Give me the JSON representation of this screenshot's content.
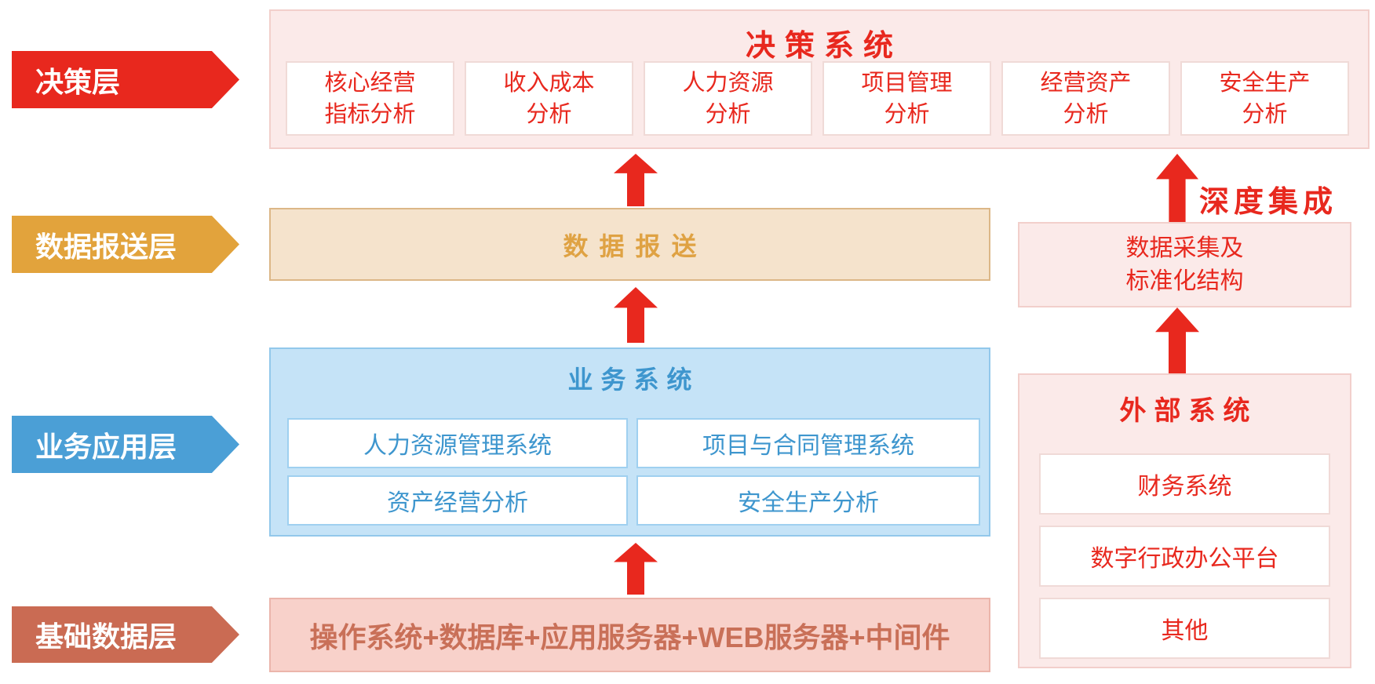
{
  "colors": {
    "red": "#E8281E",
    "pink_fill": "#FBEAE9",
    "pink_border": "#F2CFCB",
    "box_border_pink": "#F0DAD7",
    "gold": "#E2A33C",
    "tan_fill": "#F5E3CC",
    "tan_border": "#DCB787",
    "gold_text": "#DFA243",
    "blue": "#4B9FD6",
    "blue_fill": "#C5E3F7",
    "blue_border": "#92C8EB",
    "blue_text": "#3E96CE",
    "blue_box_border": "#9FD0F0",
    "terracotta": "#CA6B53",
    "salmon_fill": "#F8D1CA",
    "salmon_border": "#EBB5AB",
    "salmon_text": "#C97058"
  },
  "layers": {
    "decision": "决策层",
    "reporting": "数据报送层",
    "business": "业务应用层",
    "foundation": "基础数据层"
  },
  "decision_system": {
    "title": "决策系统",
    "boxes": [
      "核心经营\n指标分析",
      "收入成本\n分析",
      "人力资源\n分析",
      "项目管理\n分析",
      "经营资产\n分析",
      "安全生产\n分析"
    ]
  },
  "data_reporting": {
    "label": "数据报送"
  },
  "business_system": {
    "title": "业务系统",
    "boxes": [
      "人力资源管理系统",
      "项目与合同管理系统",
      "资产经营分析",
      "安全生产分析"
    ]
  },
  "foundation_layer": {
    "label": "操作系统+数据库+应用服务器+WEB服务器+中间件"
  },
  "deep_integration": {
    "label": "深度集成"
  },
  "data_collection": {
    "label": "数据采集及\n标准化结构"
  },
  "external_system": {
    "title": "外部系统",
    "boxes": [
      "财务系统",
      "数字行政办公平台",
      "其他"
    ]
  }
}
